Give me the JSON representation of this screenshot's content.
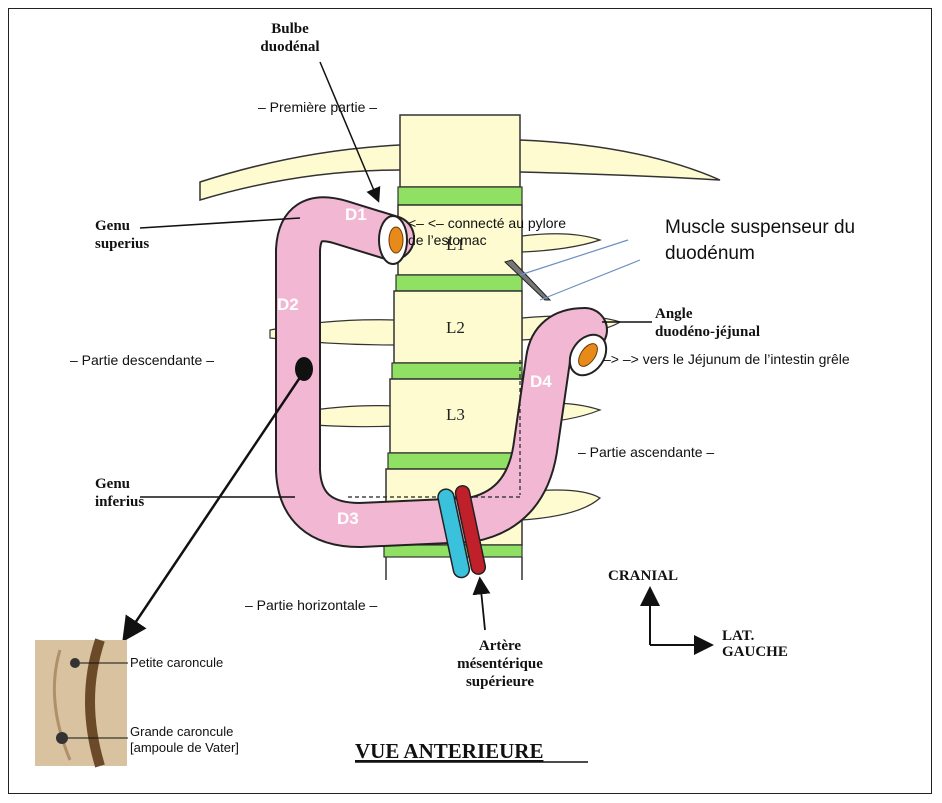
{
  "labels": {
    "bulbe": "Bulbe\nduodénal",
    "premiere_partie": "– Première partie –",
    "genu_superius": "Genu\nsuperius",
    "connecte": "<– <– connecté au pylore\nde l’estomac",
    "muscle": "Muscle suspenseur du\nduodénum",
    "angle": "Angle\nduodéno-jéjunal",
    "vers_jejunum": "–> –> vers le Jéjunum de l’intestin grêle",
    "partie_descendante": "– Partie descendante –",
    "partie_ascendante": "– Partie ascendante –",
    "genu_inferius": "Genu\ninferius",
    "partie_horizontale": "– Partie horizontale –",
    "artere": "Artère\nmésentérique\nsupérieure",
    "cranial": "CRANIAL",
    "lat_gauche": "LAT.\nGAUCHE",
    "petite_caroncule": "Petite caroncule",
    "grande_caroncule": "Grande caroncule\n[ampoule de Vater]",
    "title": "VUE ANTERIEURE"
  },
  "segments": {
    "d1": "D1",
    "d2": "D2",
    "d3": "D3",
    "d4": "D4"
  },
  "vertebrae": {
    "l1": "L1",
    "l2": "L2",
    "l3": "L3"
  },
  "colors": {
    "duodenum": "#f2b8d3",
    "duodenum_outline": "#222222",
    "bone": "#fdfbcf",
    "disc": "#8fe063",
    "artery": "#c0202a",
    "vein": "#3ac2dc",
    "lumen": "#e88a1a"
  }
}
